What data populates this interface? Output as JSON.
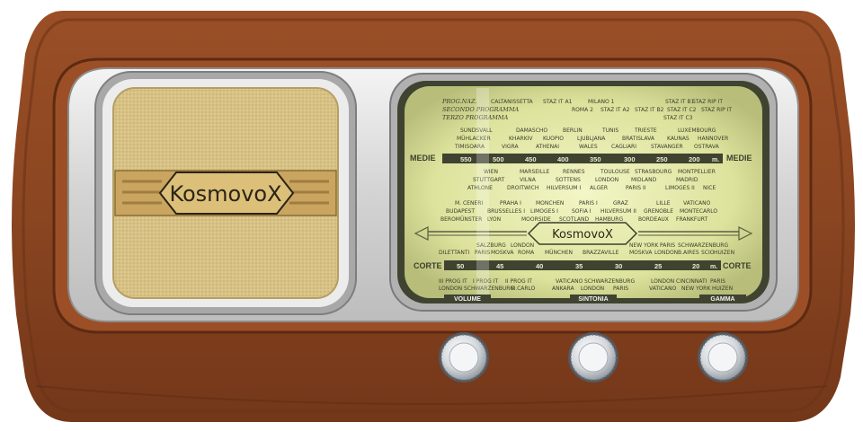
{
  "brand": {
    "logo": "KosmovoX"
  },
  "colors": {
    "wood": "#8a4521",
    "wood_dark": "#6b3317",
    "wood_light": "#a85a2c",
    "bezel": "#d9d9d9",
    "grille": "#d8c286",
    "dial_glass": "#e6eab0",
    "knob": "#cfd3d8"
  },
  "dial": {
    "prog_rows": [
      {
        "label": "PROG.NAZ.",
        "stations": [
          "CALTANISSETTA",
          "STAZ IT A1",
          "MILANO 1",
          "STAZ IT B1",
          "STAZ RIP IT"
        ]
      },
      {
        "label": "SECONDO PROGRAMMA",
        "stations": [
          "ROMA 2",
          "STAZ IT A2",
          "STAZ IT B2",
          "STAZ IT C2",
          "STAZ RIP IT"
        ]
      },
      {
        "label": "TERZO PROGRAMMA",
        "stations": [
          "STAZ IT C3"
        ]
      }
    ],
    "medie_rows": [
      [
        "SUNDSVALL",
        "DAMASCHO",
        "BERLIN",
        "TUNIS",
        "TRIESTE",
        "LUXEMBOURG"
      ],
      [
        "MÜHLACKER",
        "KHARKIV",
        "KUOPIO",
        "LJUBLJANA",
        "BRATISLAVA",
        "KAUNAS",
        "HANNOVER"
      ],
      [
        "TIMISOARA",
        "VIGRA",
        "ATHENAI",
        "WALES",
        "CAGLIARI",
        "STAVANGER",
        "OSTRAVA"
      ]
    ],
    "medie_label": "MEDIE",
    "medie_scale": [
      "550",
      "500",
      "450",
      "400",
      "350",
      "300",
      "250",
      "200",
      "m."
    ],
    "mid_rows": [
      [
        "WIEN",
        "MARSEILLE",
        "RENNES",
        "TOULOUSE",
        "STRASBOURG",
        "MONTPELLIER"
      ],
      [
        "STUTTGART",
        "VILNA",
        "SOTTENS",
        "LONDON",
        "MIDLAND",
        "MADRID"
      ],
      [
        "ATHLONE",
        "DROITWICH",
        "HILVERSUM I",
        "ALGER",
        "PARIS II",
        "LIMOGES II",
        "NICE"
      ],
      [
        "M. CENERI",
        "PRAHA I",
        "MONCHEN",
        "PARIS I",
        "GRAZ",
        "LILLE",
        "VATICANO"
      ],
      [
        "BUDAPEST",
        "BRUSSELLES I",
        "LIMOGES I",
        "SOFIA I",
        "HILVERSUM II",
        "GRENOBLE",
        "MONTECARLO"
      ],
      [
        "BEROMÜNSTER",
        "LYON",
        "MOORSIDE",
        "SCOTLAND",
        "HAMBURG",
        "BORDEAUX",
        "FRANKFURT"
      ]
    ],
    "corte_rows": [
      [
        "SALZBURG",
        "LONDON",
        "NEW YORK",
        "PARIS",
        "SCHWARZENBURG"
      ],
      [
        "DILETTANTI",
        "PARIS",
        "MOSKVA",
        "ROMA",
        "MÜNCHEN",
        "BRAZZAVILLE",
        "MOSKVA",
        "LONDON",
        "B.AIRES",
        "SCIO",
        "HUIZEN"
      ]
    ],
    "corte_label": "CORTE",
    "corte_scale": [
      "50",
      "45",
      "40",
      "35",
      "30",
      "25",
      "20",
      "m."
    ],
    "bottom_rows": [
      [
        "III PROG IT",
        "I PROG IT",
        "II PROG IT",
        "VATICANO",
        "SCHWARZENBURG",
        "LONDON",
        "CINCINNATI",
        "PARIS"
      ],
      [
        "LONDON",
        "SCHWARZENBURG",
        "M.CARLO",
        "ANKARA",
        "LONDON",
        "PARIS",
        "VATICANO",
        "NEW YORK",
        "HUIZEN"
      ]
    ]
  },
  "knobs": {
    "volume": "VOLUME",
    "sintonia": "SINTONIA",
    "gamma": "GAMMA"
  }
}
